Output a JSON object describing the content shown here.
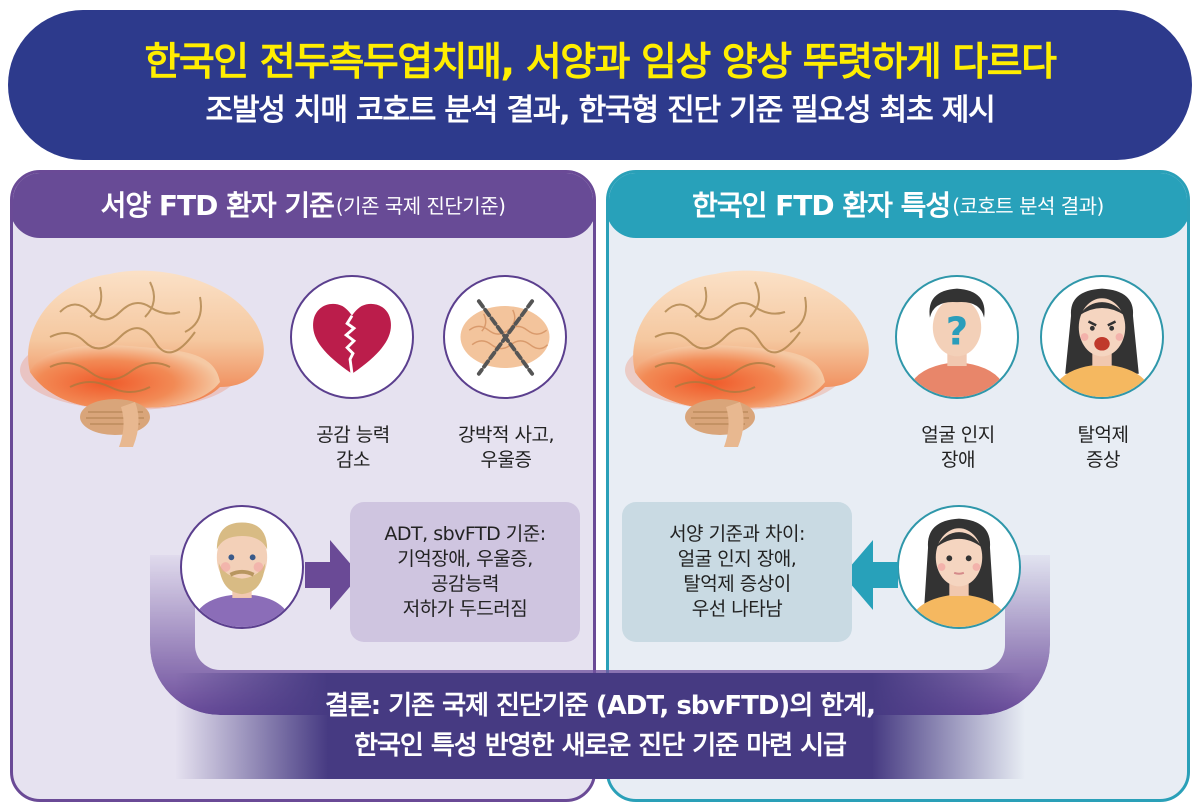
{
  "banner": {
    "title": "한국인 전두측두엽치매, 서양과 임상 양상 뚜렷하게 다르다",
    "subtitle": "조발성 치매 코호트 분석 결과, 한국형 진단 기준 필요성 최초 제시",
    "bg_color": "#2d3a8c",
    "title_color": "#ffee00"
  },
  "left_panel": {
    "title": "서양 FTD 환자 기준",
    "title_note": "(기존 국제 진단기준)",
    "accent_color": "#684b96",
    "brain_icon": "brain-temporal-lobe-icon",
    "symptoms": [
      {
        "icon": "broken-heart-icon",
        "lines": [
          "공감 능력",
          "감소"
        ]
      },
      {
        "icon": "chained-brain-icon",
        "lines": [
          "강박적 사고,",
          "우울증"
        ]
      }
    ],
    "patient_icon": "western-bearded-man-avatar",
    "criteria_box": {
      "lines": [
        "ADT, sbvFTD 기준:",
        "기억장애, 우울증,",
        "공감능력",
        "저하가 두드러짐"
      ]
    }
  },
  "right_panel": {
    "title": "한국인 FTD 환자 특성",
    "title_note": "(코호트 분석 결과)",
    "accent_color": "#28a1ba",
    "brain_icon": "brain-temporal-lobe-icon",
    "symptoms": [
      {
        "icon": "faceless-man-question-icon",
        "lines": [
          "얼굴 인지",
          "장애"
        ]
      },
      {
        "icon": "disinhibited-woman-icon",
        "lines": [
          "탈억제",
          "증상"
        ]
      }
    ],
    "patient_icon": "korean-woman-avatar",
    "difference_box": {
      "lines": [
        "서양 기준과 차이:",
        "얼굴 인지 장애,",
        "탈억제 증상이",
        "우선 나타남"
      ]
    }
  },
  "conclusion": {
    "line1": "결론: 기존 국제 진단기준 (ADT, sbvFTD)의 한계,",
    "line2": "한국인 특성 반영한 새로운 진단 기준 마련 시급"
  }
}
